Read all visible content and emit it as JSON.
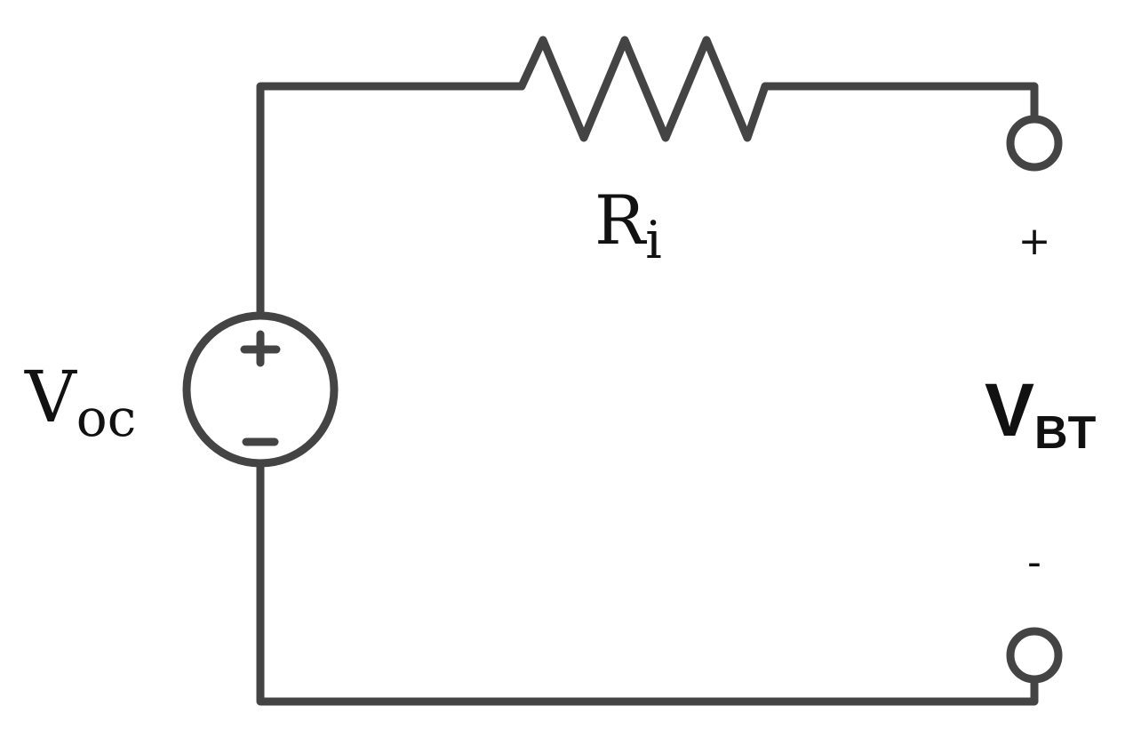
{
  "colors": {
    "wire": "#444444",
    "text": "#111111",
    "background": "#ffffff"
  },
  "resistor": {
    "label_main": "R",
    "label_sub": "i"
  },
  "source": {
    "label_main": "V",
    "label_sub": "oc",
    "plus_symbol": "+",
    "minus_symbol": "−"
  },
  "output": {
    "label_main": "V",
    "label_sub": "BT",
    "plus_symbol": "+",
    "minus_symbol": "-"
  }
}
